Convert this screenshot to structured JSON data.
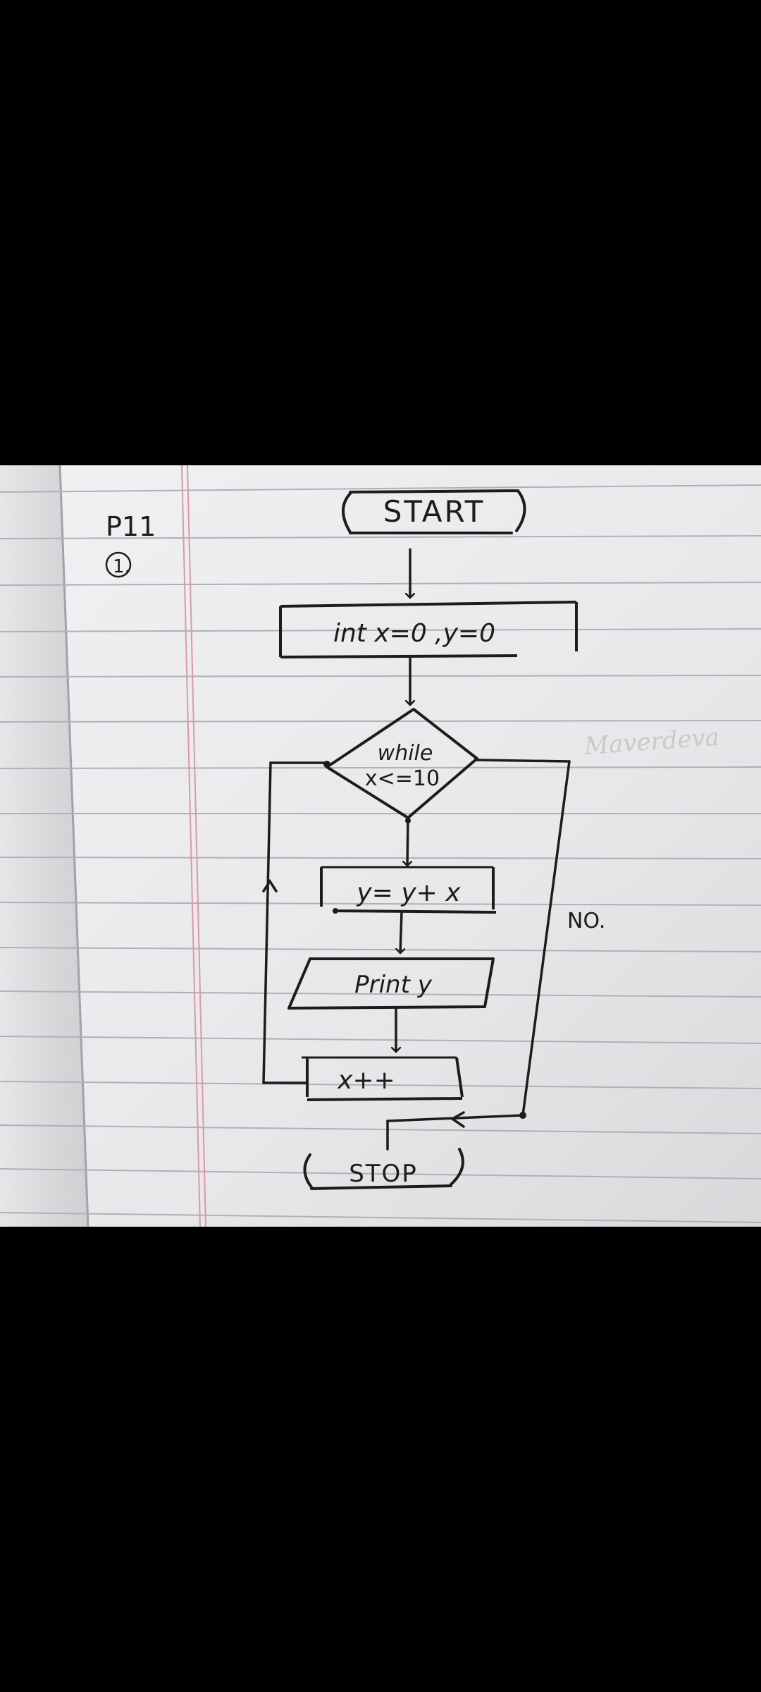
{
  "header": {
    "page_number": "P11",
    "question_number": "1."
  },
  "flowchart": {
    "start_label": "START",
    "init_label": "int x=0 ,y=0",
    "decision_line1": "while",
    "decision_line2": "x<=10",
    "process1_label": "y= y+ x",
    "output_label": "Print y",
    "process2_label": "x++",
    "no_label": "NO.",
    "stop_label": "STOP"
  },
  "faint_writing": "Maverdeva",
  "colors": {
    "ink": "#1c1c1c",
    "paper": "#ebebed",
    "rule_line": "#aab3b8",
    "margin_line": "#d99aa6",
    "background": "#000000"
  }
}
